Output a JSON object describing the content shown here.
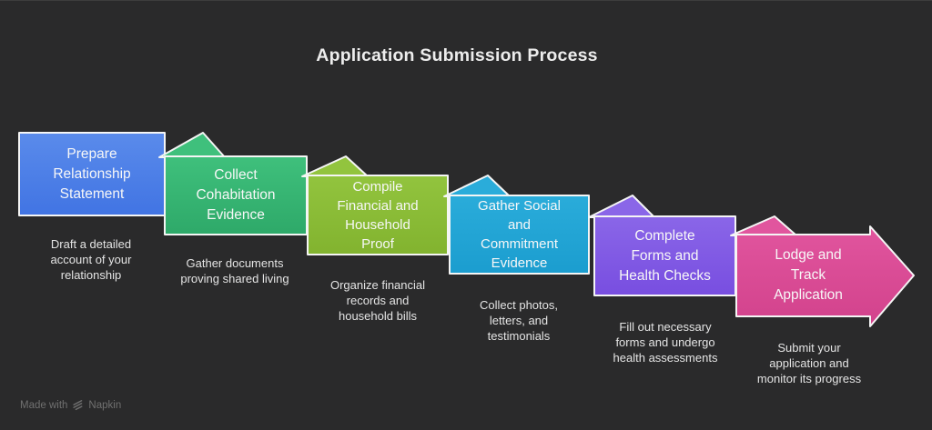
{
  "background": {
    "color": "#2a2a2b",
    "top_edge_highlight": "#3d3d3d"
  },
  "title": {
    "text": "Application Submission Process",
    "color": "#ededed"
  },
  "stroke_color": "#f5f5f5",
  "label_color": "#f7f7f7",
  "description_color": "#e4e4e4",
  "steps": [
    {
      "label": "Prepare\nRelationship\nStatement",
      "description": "Draft a detailed\naccount of your\nrelationship",
      "color_top": "#5a8beb",
      "color_bottom": "#4174e3"
    },
    {
      "label": "Collect\nCohabitation\nEvidence",
      "description": "Gather documents\nproving shared living",
      "color_top": "#3fc07c",
      "color_bottom": "#2ea969"
    },
    {
      "label": "Compile\nFinancial and\nHousehold\nProof",
      "description": "Organize financial\nrecords and\nhousehold bills",
      "color_top": "#92c43e",
      "color_bottom": "#82b32f"
    },
    {
      "label": "Gather Social\nand\nCommitment\nEvidence",
      "description": "Collect photos,\nletters, and\ntestimonials",
      "color_top": "#2aacda",
      "color_bottom": "#1b9dcf"
    },
    {
      "label": "Complete\nForms and\nHealth Checks",
      "description": "Fill out necessary\nforms and undergo\nhealth assessments",
      "color_top": "#8a66e8",
      "color_bottom": "#784ee0"
    },
    {
      "label": "Lodge and\nTrack\nApplication",
      "description": "Submit your\napplication and\nmonitor its progress",
      "color_top": "#e1559e",
      "color_bottom": "#d2428c"
    }
  ],
  "footer": {
    "made_with": "Made with",
    "brand": "Napkin",
    "logo_icon": "napkin-logo-icon"
  }
}
